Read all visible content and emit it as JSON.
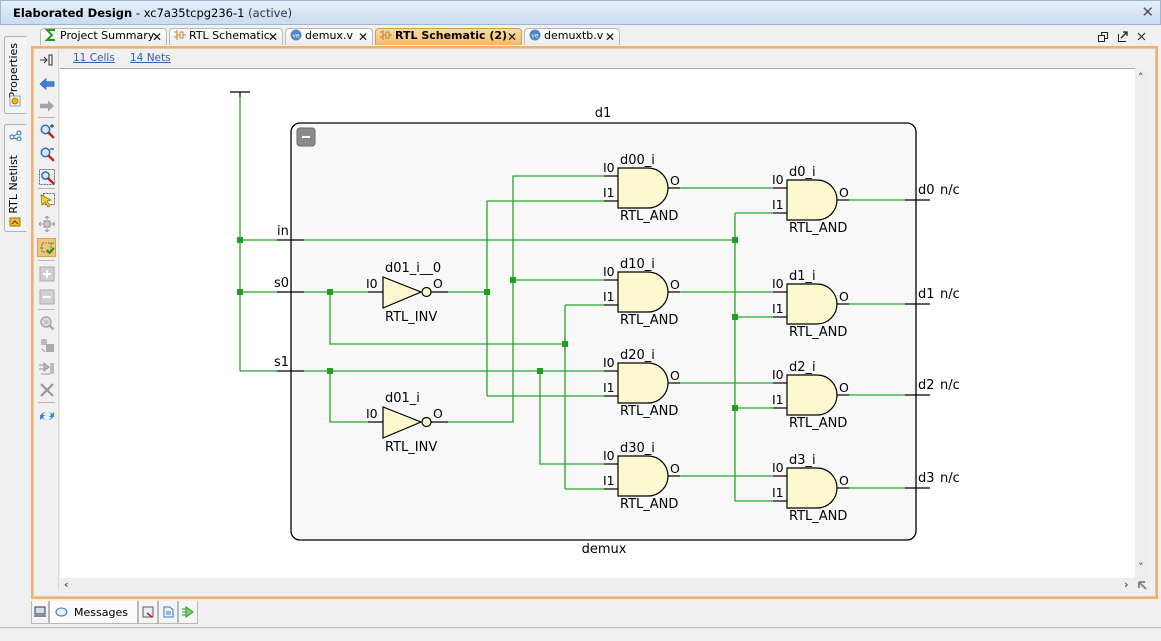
{
  "window": {
    "title": "Elaborated Design",
    "separator": " - ",
    "part": "xc7a35tcpg236-1",
    "state": " (active)",
    "close_icon": "close-icon"
  },
  "side_tabs": [
    {
      "label": "Properties",
      "icon": "properties-icon"
    },
    {
      "label": "RTL Netlist",
      "icon": "netlist-icon"
    }
  ],
  "tabs": [
    {
      "label": "Project Summary",
      "icon": "sigma-icon",
      "active": false
    },
    {
      "label": "RTL Schematic",
      "icon": "schematic-icon",
      "active": false
    },
    {
      "label": "demux.v",
      "icon": "verilog-file-icon",
      "active": false
    },
    {
      "label": "RTL Schematic (2)",
      "icon": "schematic-icon",
      "active": true
    },
    {
      "label": "demuxtb.v",
      "icon": "verilog-file-icon",
      "active": false
    }
  ],
  "tab_close_glyph": "✕",
  "window_buttons": [
    "restore-icon",
    "float-icon",
    "close-icon"
  ],
  "stats": {
    "cells": "11 Cells",
    "nets": "14 Nets"
  },
  "toolbar_icons": [
    "collapse-panel-icon",
    "back-arrow-icon",
    "forward-arrow-icon",
    "zoom-in-icon",
    "zoom-out-icon",
    "zoom-fit-icon",
    "select-area-icon",
    "auto-fit-selection-icon",
    "regenerate-icon",
    "expand-cell-icon",
    "collapse-cell-icon",
    "find-icon",
    "add-cell-icon",
    "show-connectivity-icon",
    "delete-icon",
    "refresh-icon"
  ],
  "toolbar_active": "regenerate-icon",
  "schematic": {
    "hier_cell": {
      "instance": "d1",
      "module": "demux"
    },
    "input_ports": [
      "in",
      "s0",
      "s1"
    ],
    "output_ports": [
      {
        "name": "d0",
        "status": "n/c"
      },
      {
        "name": "d1",
        "status": "n/c"
      },
      {
        "name": "d2",
        "status": "n/c"
      },
      {
        "name": "d3",
        "status": "n/c"
      }
    ],
    "cells": [
      {
        "name": "d01_i__0",
        "type": "RTL_INV",
        "inputs": [
          "I0"
        ],
        "output": "O"
      },
      {
        "name": "d01_i",
        "type": "RTL_INV",
        "inputs": [
          "I0"
        ],
        "output": "O"
      },
      {
        "name": "d00_i",
        "type": "RTL_AND",
        "inputs": [
          "I0",
          "I1"
        ],
        "output": "O"
      },
      {
        "name": "d10_i",
        "type": "RTL_AND",
        "inputs": [
          "I0",
          "I1"
        ],
        "output": "O"
      },
      {
        "name": "d20_i",
        "type": "RTL_AND",
        "inputs": [
          "I0",
          "I1"
        ],
        "output": "O"
      },
      {
        "name": "d30_i",
        "type": "RTL_AND",
        "inputs": [
          "I0",
          "I1"
        ],
        "output": "O"
      },
      {
        "name": "d0_i",
        "type": "RTL_AND",
        "inputs": [
          "I0",
          "I1"
        ],
        "output": "O"
      },
      {
        "name": "d1_i",
        "type": "RTL_AND",
        "inputs": [
          "I0",
          "I1"
        ],
        "output": "O"
      },
      {
        "name": "d2_i",
        "type": "RTL_AND",
        "inputs": [
          "I0",
          "I1"
        ],
        "output": "O"
      },
      {
        "name": "d3_i",
        "type": "RTL_AND",
        "inputs": [
          "I0",
          "I1"
        ],
        "output": "O"
      }
    ],
    "colors": {
      "net": "#28a428",
      "gate_fill": "#fdf8cf",
      "box_fill": "#f8f8f8"
    }
  },
  "bottom_tabs": {
    "messages": "Messages",
    "icons": [
      "tcl-console-icon",
      "messages-icon",
      "log-icon",
      "reports-icon",
      "design-runs-icon"
    ]
  }
}
